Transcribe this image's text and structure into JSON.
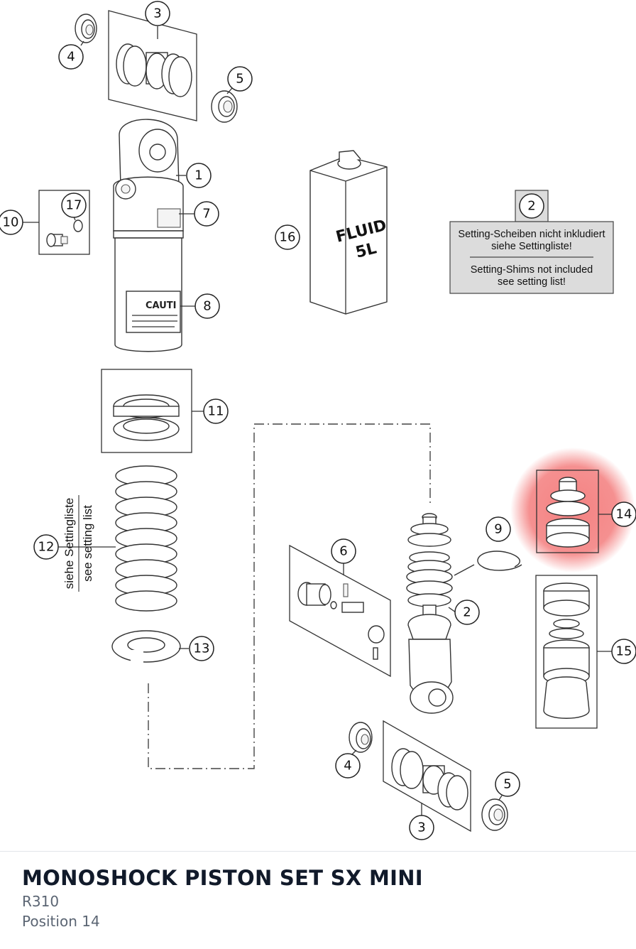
{
  "product": {
    "title": "MONOSHOCK PISTON SET SX MINI",
    "code": "R310",
    "position": "Position 14"
  },
  "diagram": {
    "highlight_color": "#f26b6b",
    "note": {
      "ref": "2",
      "line1_de": "Setting-Scheiben nicht inkludiert",
      "line2_de": "siehe Settingliste!",
      "line1_en": "Setting-Shims not included",
      "line2_en": "see setting list!"
    },
    "fluid_label_1": "FLUID",
    "fluid_label_2": "5L",
    "caution_label": "CAUTI",
    "spring_note_de": "siehe Settingliste",
    "spring_note_en": "see setting list",
    "callouts": [
      "3",
      "4",
      "5",
      "1",
      "7",
      "8",
      "17",
      "10",
      "16",
      "11",
      "12",
      "13",
      "6",
      "9",
      "2",
      "14",
      "15",
      "4",
      "3",
      "5"
    ]
  }
}
